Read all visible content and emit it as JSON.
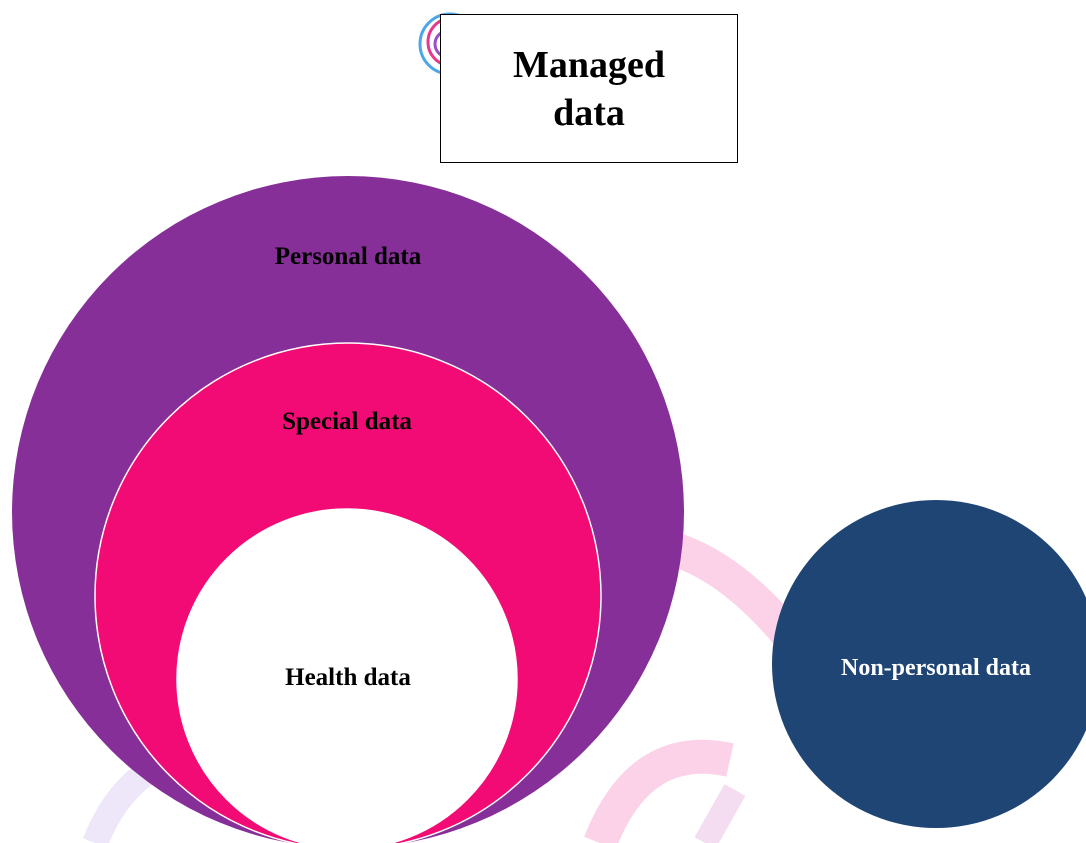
{
  "title": "Managed data",
  "circles": {
    "personal": "Personal data",
    "special": "Special data",
    "health": "Health data",
    "non_personal": "Non-personal data"
  },
  "colors": {
    "personal": "#872F98",
    "special": "#F20B74",
    "health": "#FFFFFF",
    "non_personal": "#1F4574",
    "watermark_pink": "#FBD2E8",
    "watermark_lavender": "#EEE7FA",
    "logo_blue": "#4BA7E8",
    "logo_purple": "#9A4FC9"
  }
}
